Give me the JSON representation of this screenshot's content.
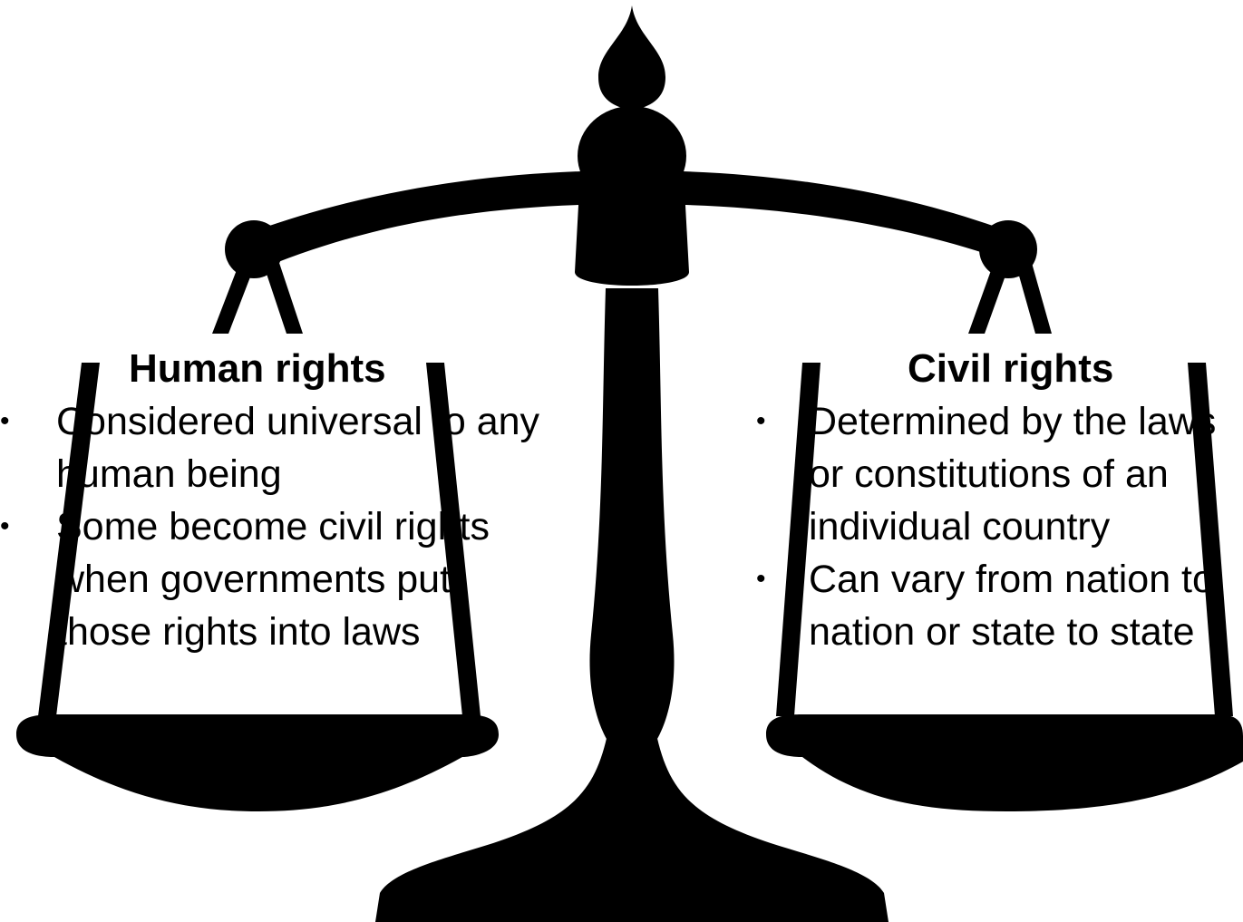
{
  "left_column": {
    "heading": "Human rights",
    "bullets": [
      "Considered universal to any human being",
      "Some become civil rights when governments put those rights into laws"
    ]
  },
  "right_column": {
    "heading": "Civil rights",
    "bullets": [
      "Determined by the laws or constitutions of an individual country",
      "Can vary from nation to nation or state to state"
    ]
  },
  "bullet_glyph": "•",
  "colors": {
    "silhouette": "#000000",
    "background": "#ffffff"
  },
  "icon": "balance-scale-icon"
}
